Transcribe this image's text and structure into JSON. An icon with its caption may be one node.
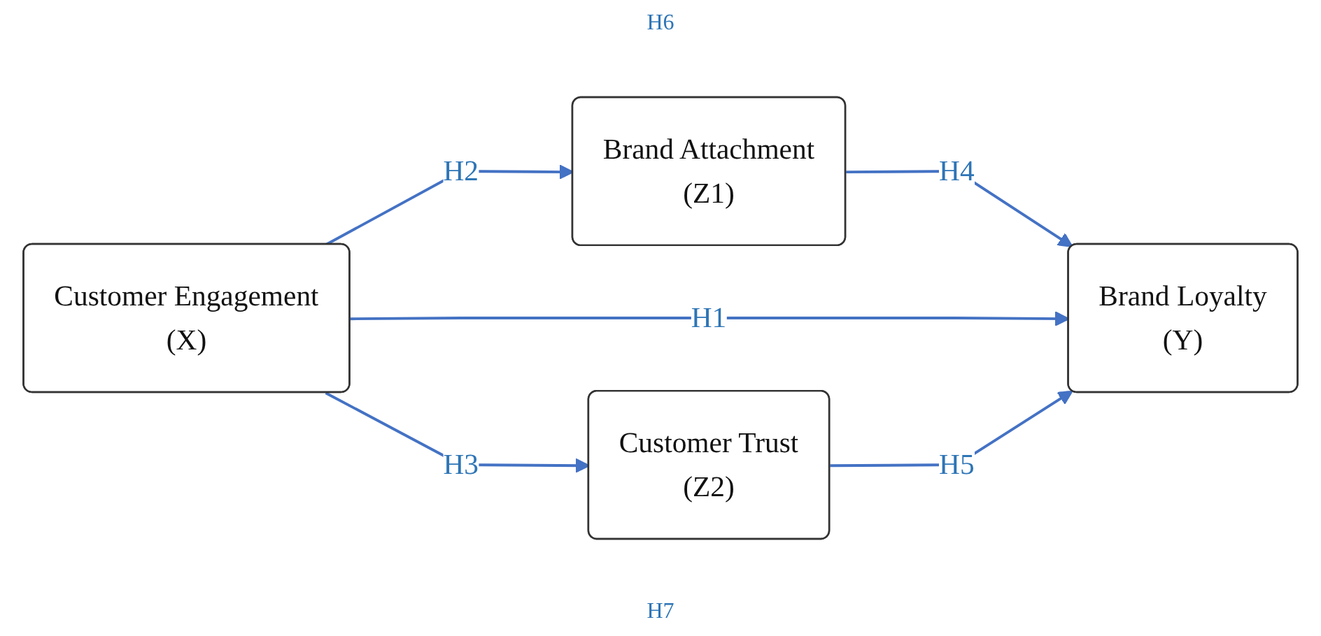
{
  "diagram": {
    "nodes": [
      {
        "text": [
          "Customer Engagement",
          "(X)"
        ]
      },
      {
        "text": [
          "Brand Attachment",
          "(Z1)"
        ]
      },
      {
        "text": [
          "Customer Trust",
          "(Z2)"
        ]
      },
      {
        "text": [
          "Brand Loyalty",
          "(Y)"
        ]
      }
    ],
    "edges": [
      {
        "from": 0,
        "to": 1,
        "arrow": "to",
        "label": "H2"
      },
      {
        "from": 1,
        "to": 3,
        "arrow": "to",
        "label": "H4"
      },
      {
        "from": 0,
        "to": 3,
        "arrow": "to",
        "label": "H1"
      },
      {
        "from": 0,
        "to": 2,
        "arrow": "to",
        "label": "H3"
      },
      {
        "from": 2,
        "to": 3,
        "arrow": "to",
        "label": "H5"
      }
    ],
    "labels": [
      "H6",
      "H7"
    ]
  }
}
